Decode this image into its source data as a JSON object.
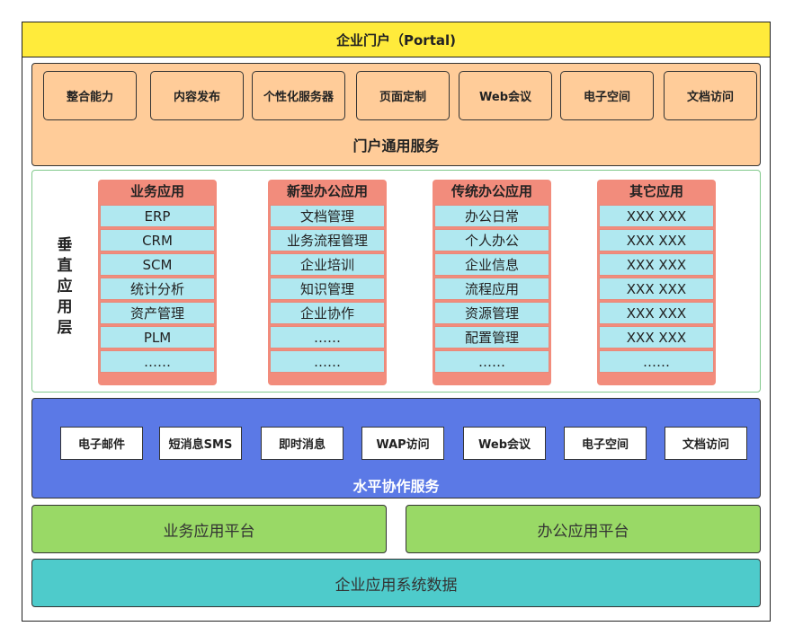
{
  "portal": {
    "title": "企业门户（Portal)"
  },
  "portal_services": {
    "items": [
      "整合能力",
      "内容发布",
      "个性化服务器",
      "页面定制",
      "Web会议",
      "电子空间",
      "文档访问"
    ],
    "title": "门户通用服务"
  },
  "vertical_layer": {
    "label": [
      "垂",
      "直",
      "应",
      "用",
      "层"
    ],
    "columns": [
      {
        "title": "业务应用",
        "items": [
          "ERP",
          "CRM",
          "SCM",
          "统计分析",
          "资产管理",
          "PLM",
          "……"
        ]
      },
      {
        "title": "新型办公应用",
        "items": [
          "文档管理",
          "业务流程管理",
          "企业培训",
          "知识管理",
          "企业协作",
          "……",
          "……"
        ]
      },
      {
        "title": "传统办公应用",
        "items": [
          "办公日常",
          "个人办公",
          "企业信息",
          "流程应用",
          "资源管理",
          "配置管理",
          "……"
        ]
      },
      {
        "title": "其它应用",
        "items": [
          "XXX XXX",
          "XXX XXX",
          "XXX XXX",
          "XXX XXX",
          "XXX XXX",
          "XXX XXX",
          "……"
        ]
      }
    ]
  },
  "horizontal": {
    "items": [
      "电子邮件",
      "短消息SMS",
      "即时消息",
      "WAP访问",
      "Web会议",
      "电子空间",
      "文档访问"
    ],
    "title": "水平协作服务"
  },
  "platforms": {
    "business": "业务应用平台",
    "office": "办公应用平台"
  },
  "data_layer": {
    "title": "企业应用系统数据"
  }
}
